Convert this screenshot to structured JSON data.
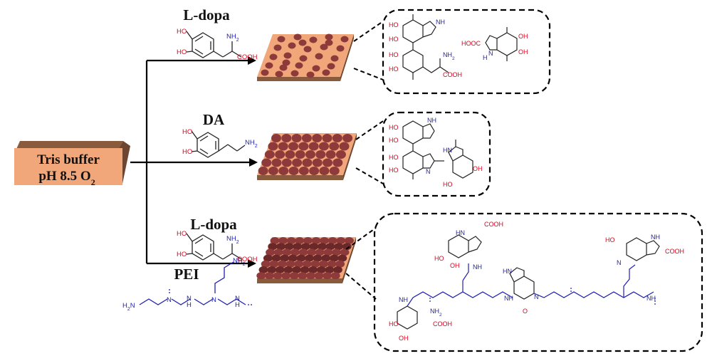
{
  "source": {
    "line1": "Tris buffer",
    "line2_prefix": "pH 8.5 O",
    "line2_sub": "2",
    "color": "#F2A77A",
    "side_color": "#8A5A3C"
  },
  "branches": {
    "top": {
      "title": "L-dopa"
    },
    "middle": {
      "title": "DA"
    },
    "bottom": {
      "title": "L-dopa",
      "additive": "PEI"
    }
  },
  "labels": {
    "HO": "HO",
    "OH": "OH",
    "NH2": "NH",
    "COOH": "COOH",
    "HOOC": "HOOC",
    "NH": "NH",
    "H2N": "H",
    "O": "O",
    "N": "N",
    "sub2": "2",
    "HN": "HN"
  },
  "colors": {
    "oxygen": "#E0001B",
    "nitrogen": "#1F1FB4",
    "bond": "#222222",
    "substrate_top": "#F2A77A",
    "substrate_side": "#8A5A3C",
    "particle": "#8E3A3A",
    "particle_dark": "#6B2828"
  }
}
